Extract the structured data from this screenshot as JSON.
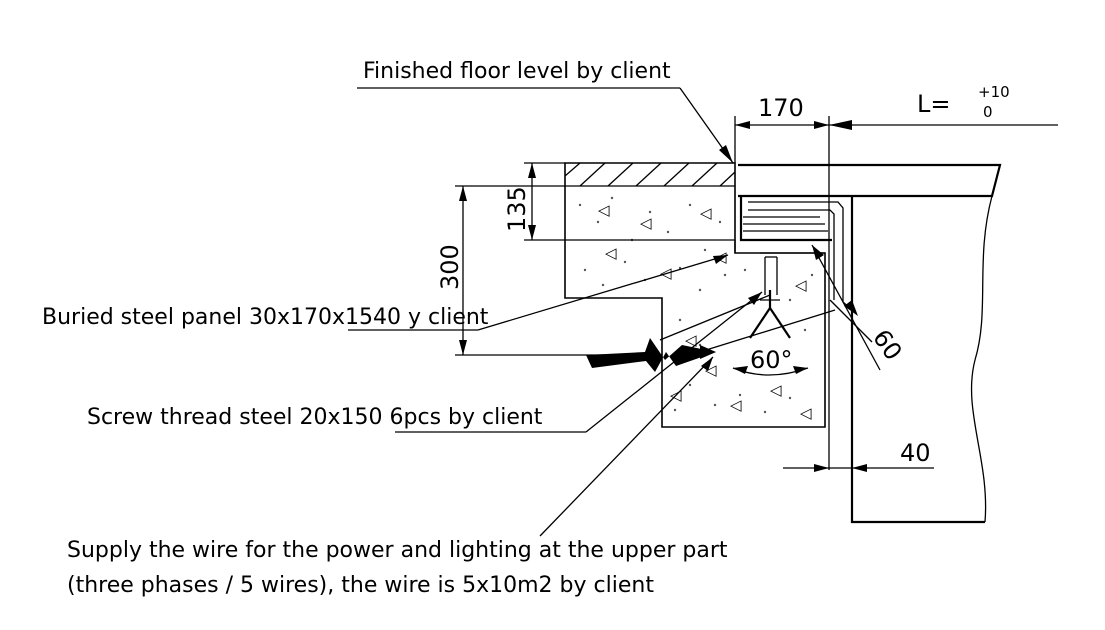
{
  "annotations": {
    "floor_level": "Finished floor level by client",
    "steel_panel": "Buried steel panel 30x170x1540 y client",
    "screw_thread": "Screw thread steel 20x150 6pcs by  client",
    "wire_line1": "Supply the wire for the power and lighting at the upper part",
    "wire_line2": "(three phases / 5 wires), the wire is 5x10m2 by client"
  },
  "dimensions": {
    "width_170": "170",
    "length_label": "L=",
    "tol_upper": "+10",
    "tol_lower": "0",
    "height_135": "135",
    "height_300": "300",
    "angle_60": "60°",
    "depth_60": "60",
    "offset_40": "40"
  }
}
